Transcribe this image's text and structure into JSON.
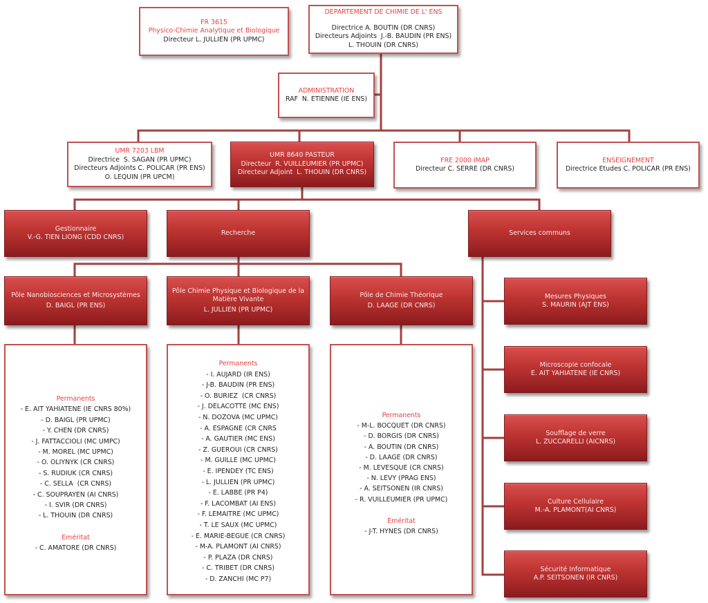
{
  "colors": {
    "accent": "#c1504f",
    "title_red": "#e8413f",
    "box_red": "#b52e2e",
    "connector": "#a1403f"
  },
  "fr3615": {
    "title_line1": "FR 3615",
    "title_line2": "Physico-Chimie Analytique et Biologique",
    "director": "Directeur L. JULLIEN (PR UPMC)"
  },
  "departement": {
    "title": "DEPARTEMENT DE CHIMIE DE L' ENS",
    "line1": "Directrice A. BOUTIN (DR CNRS)",
    "line2": "Directeurs Adjoints  J.-B. BAUDIN (PR ENS)",
    "line3": "L. THOUIN (DR CNRS)"
  },
  "administration": {
    "title": "ADMINISTRATION",
    "line1": "RAF  N. ETIENNE (IE ENS)"
  },
  "umr7203": {
    "title": "UMR 7203 LBM",
    "line1": "Directrice  S. SAGAN (PR UPMC)",
    "line2": "Directeurs Adjoints C. POLICAR (PR ENS)",
    "line3": "O. LEQUIN (PR UPCM)"
  },
  "umr8640": {
    "title": "UMR 8640 PASTEUR",
    "line1": "Directeur  R. VUILLEUMIER (PR UPMC)",
    "line2": "Directeur Adjoint  L. THOUIN (DR CNRS)"
  },
  "fre2000": {
    "title": "FRE 2000 IMAP",
    "line1": "Directeur C. SERRE (DR CNRS)"
  },
  "enseignement": {
    "title": "ENSEIGNEMENT",
    "line1": "Directrice Etudes C. POLICAR (PR ENS)"
  },
  "gestionnaire": {
    "title": "Gestionnaire",
    "line1": "V.-G. TIEN LIONG (CDD CNRS)"
  },
  "recherche": {
    "title": "Recherche"
  },
  "services_communs": {
    "title": "Services communs"
  },
  "poles": [
    {
      "title": "Pôle Nanobiosciences et Microsystèmes",
      "head": "D. BAIGL (PR ENS)",
      "permanents_label": "Permanents",
      "permanents": [
        "- E. AIT YAHIATENE (IE CNRS 80%)",
        "- D. BAIGL (PR UPMC)",
        "- Y. CHEN (DR CNRS)",
        "- J. FATTACCIOLI (MC UMPC)",
        "- M. MOREL (MC UPMC)",
        "- O. OLIYNYK (CR CNRS)",
        "- S. RUDIUK (CR CNRS)",
        "- C. SELLA  (CR CNRS)",
        "- C. SOUPRAYEN (AI CNRS)",
        "- I. SVIR (DR CNRS)",
        "- L. THOUIN (DR CNRS)"
      ],
      "emeritat_label": "Eméritat",
      "emeritat": [
        "- C. AMATORE (DR CNRS)"
      ]
    },
    {
      "title": "Pôle Chimie Physique et Biologique de la Matière Vivante",
      "head": "L. JULLIEN (PR UPMC)",
      "permanents_label": "Permanents",
      "permanents": [
        "- I. AUJARD (IR ENS)",
        "- J-B. BAUDIN (PR ENS)",
        "- O. BURIEZ  (CR CNRS)",
        "- J. DELACOTTE (MC ENS)",
        "- N. DOZOVA (MC UPMC)",
        "- A. ESPAGNE (CR CNRS",
        "- A. GAUTIER (MC ENS)",
        "- Z. GUEROUI (CR CNRS)",
        "- M. GUILLE (MC UPMC)",
        "- E. IPENDEY (TC ENS)",
        "- L. JULLIEN (PR UPMC)",
        "- E. LABBE (PR P4)",
        "- F. LACOMBAT (AI ENS)",
        "- F. LEMAITRE (MC UPMC)",
        "- T. LE SAUX (MC UPMC)",
        "- E. MARIE-BEGUE (CR CNRS)",
        "- M-A. PLAMONT (AI CNRS)",
        "- P. PLAZA (DR CNRS)",
        "- C. TRIBET (DR CNRS)",
        "- D. ZANCHI (MC P7)"
      ]
    },
    {
      "title": "Pôle de Chimie Théorique",
      "head": "D. LAAGE (DR CNRS)",
      "permanents_label": "Permanents",
      "permanents": [
        "- M-L. BOCQUET (DR CNRS)",
        "- D. BORGIS (DR CNRS)",
        "- A. BOUTIN (DR CNRS)",
        "- D. LAAGE (DR CNRS)",
        "- M. LEVESQUE (CR CNRS)",
        "- N. LEVY (PRAG ENS)",
        "- A. SEITSONEN (IR CNRS)",
        "- R. VUILLEUMIER (PR UPMC)"
      ],
      "emeritat_label": "Eméritat",
      "emeritat": [
        "- J-T. HYNES (DR CNRS)"
      ]
    }
  ],
  "services": [
    {
      "title": "Mesures Physiques",
      "person": "S. MAURIN (AJT ENS)"
    },
    {
      "title": "Microscopie confocale",
      "person": "E. AIT YAHIATENE (IE CNRS)"
    },
    {
      "title": "Soufflage de verre",
      "person": "L. ZUCCARELLI (AICNRS)"
    },
    {
      "title": "Culture Cellulaire",
      "person": "M.-A. PLAMONT(AI CNRS)"
    },
    {
      "title": "Sécurité Informatique",
      "person": "A.P. SEITSONEN (IR CNRS)"
    }
  ]
}
